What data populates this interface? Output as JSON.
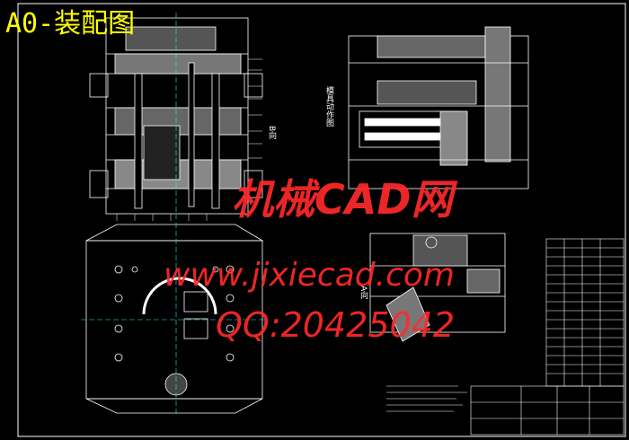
{
  "title": "A0-装配图",
  "watermark": {
    "line1": "机械CAD网",
    "line2": "www.jixiecad.com",
    "line3": "QQ:20425042"
  },
  "view_labels": {
    "top_right": "模具动作图",
    "side_a": "B向",
    "side_b": "A向"
  },
  "colors": {
    "background": "#000000",
    "linework": "#ffffff",
    "title": "#ffff00",
    "watermark": "#ff2a2a",
    "centerline": "#00ffff"
  }
}
